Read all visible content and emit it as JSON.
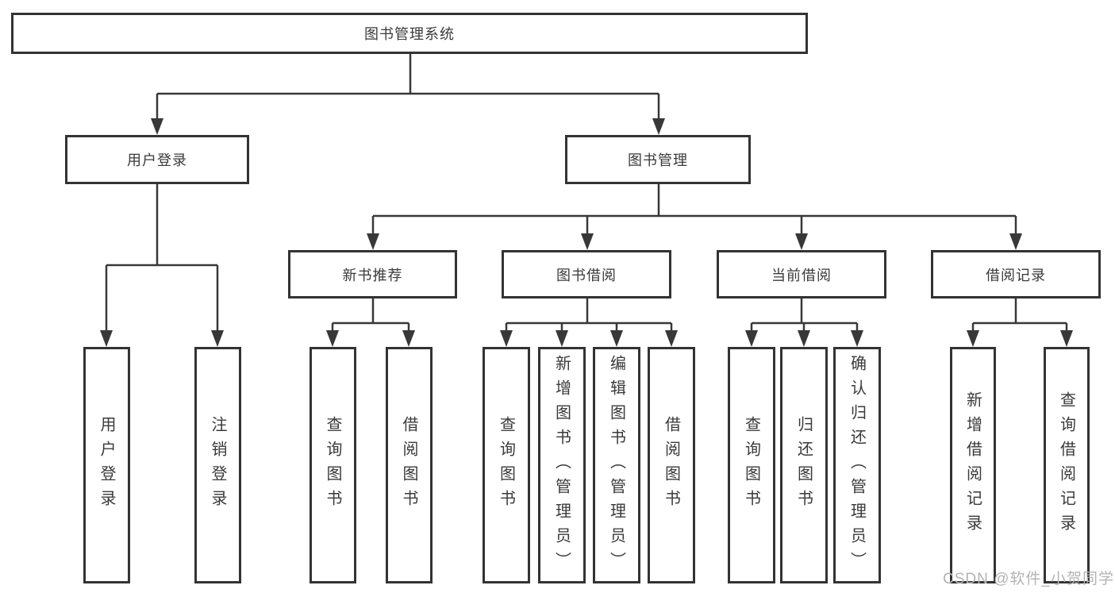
{
  "diagram_title": "图书管理系统",
  "nodes": {
    "root": {
      "label": "图书管理系统"
    },
    "user_login": {
      "label": "用户登录"
    },
    "book_mgmt": {
      "label": "图书管理"
    },
    "new_book": {
      "label": "新书推荐"
    },
    "book_borrow": {
      "label": "图书借阅"
    },
    "current_borrow": {
      "label": "当前借阅"
    },
    "borrow_records": {
      "label": "借阅记录"
    },
    "ul_login": {
      "label": "用户登录"
    },
    "ul_logout": {
      "label": "注销登录"
    },
    "nb_query": {
      "label": "查询图书"
    },
    "nb_borrow": {
      "label": "借阅图书"
    },
    "bb_query": {
      "label": "查询图书"
    },
    "bb_add": {
      "label": "新增图书（管理员）"
    },
    "bb_edit": {
      "label": "编辑图书（管理员）"
    },
    "bb_borrow": {
      "label": "借阅图书"
    },
    "cb_query": {
      "label": "查询图书"
    },
    "cb_return": {
      "label": "归还图书"
    },
    "cb_confirm": {
      "label": "确认归还（管理员）"
    },
    "br_add": {
      "label": "新增借阅记录"
    },
    "br_query": {
      "label": "查询借阅记录"
    }
  },
  "hierarchy": {
    "图书管理系统": [
      "用户登录",
      "图书管理"
    ],
    "用户登录": [
      "用户登录",
      "注销登录"
    ],
    "图书管理": [
      "新书推荐",
      "图书借阅",
      "当前借阅",
      "借阅记录"
    ],
    "新书推荐": [
      "查询图书",
      "借阅图书"
    ],
    "图书借阅": [
      "查询图书",
      "新增图书（管理员）",
      "编辑图书（管理员）",
      "借阅图书"
    ],
    "当前借阅": [
      "查询图书",
      "归还图书",
      "确认归还（管理员）"
    ],
    "借阅记录": [
      "新增借阅记录",
      "查询借阅记录"
    ]
  },
  "watermark": "CSDN @软件_小贺同学",
  "colors": {
    "line": "#383838",
    "box_border": "#333333",
    "text": "#3a3a3a",
    "background": "#ffffff",
    "watermark": "#b3b3b3"
  }
}
